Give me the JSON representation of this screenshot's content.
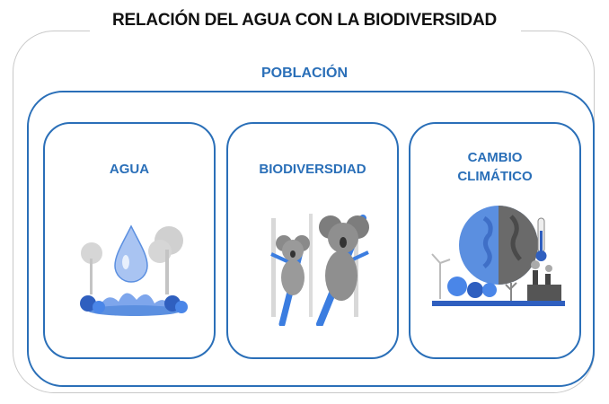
{
  "title": "RELACIÓN DEL AGUA CON LA BIODIVERSIDAD",
  "population_label": "POBLACIÓN",
  "cards": [
    {
      "label": "AGUA",
      "illustration": "water-drop-icon"
    },
    {
      "label": "BIODIVERSDIAD",
      "illustration": "koala-icon"
    },
    {
      "label_line1": "CAMBIO",
      "label_line2": "CLIMÁTICO",
      "illustration": "climate-earth-icon"
    }
  ],
  "colors": {
    "accent": "#2a6fb8",
    "illustration_blue": "#4a86e8",
    "illustration_gray": "#bdbdbd"
  }
}
